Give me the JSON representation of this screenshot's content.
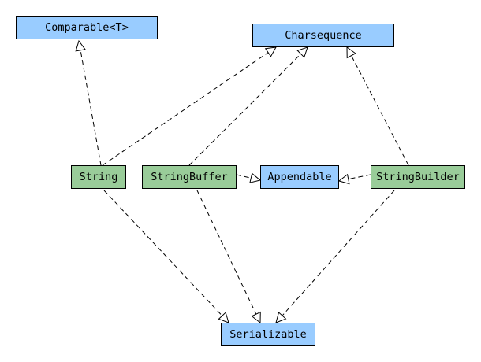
{
  "diagram": {
    "nodes": {
      "comparable": {
        "label": "Comparable<T>",
        "kind": "interface"
      },
      "charsequence": {
        "label": "Charsequence",
        "kind": "interface"
      },
      "string": {
        "label": "String",
        "kind": "class"
      },
      "stringbuffer": {
        "label": "StringBuffer",
        "kind": "class"
      },
      "appendable": {
        "label": "Appendable",
        "kind": "interface"
      },
      "stringbuilder": {
        "label": "StringBuilder",
        "kind": "class"
      },
      "serializable": {
        "label": "Serializable",
        "kind": "interface"
      }
    },
    "edges": [
      {
        "from": "string",
        "to": "comparable",
        "style": "dashed",
        "arrow": "hollow-triangle"
      },
      {
        "from": "string",
        "to": "charsequence",
        "style": "dashed",
        "arrow": "hollow-triangle"
      },
      {
        "from": "stringbuffer",
        "to": "charsequence",
        "style": "dashed",
        "arrow": "hollow-triangle"
      },
      {
        "from": "stringbuilder",
        "to": "charsequence",
        "style": "dashed",
        "arrow": "hollow-triangle"
      },
      {
        "from": "stringbuffer",
        "to": "appendable",
        "style": "dashed",
        "arrow": "hollow-triangle"
      },
      {
        "from": "stringbuilder",
        "to": "appendable",
        "style": "dashed",
        "arrow": "hollow-triangle"
      },
      {
        "from": "string",
        "to": "serializable",
        "style": "dashed",
        "arrow": "hollow-triangle"
      },
      {
        "from": "stringbuffer",
        "to": "serializable",
        "style": "dashed",
        "arrow": "hollow-triangle"
      },
      {
        "from": "stringbuilder",
        "to": "serializable",
        "style": "dashed",
        "arrow": "hollow-triangle"
      }
    ],
    "colors": {
      "interface_fill": "#99ccff",
      "class_fill": "#99cc99",
      "border": "#000000",
      "edge": "#000000"
    }
  }
}
